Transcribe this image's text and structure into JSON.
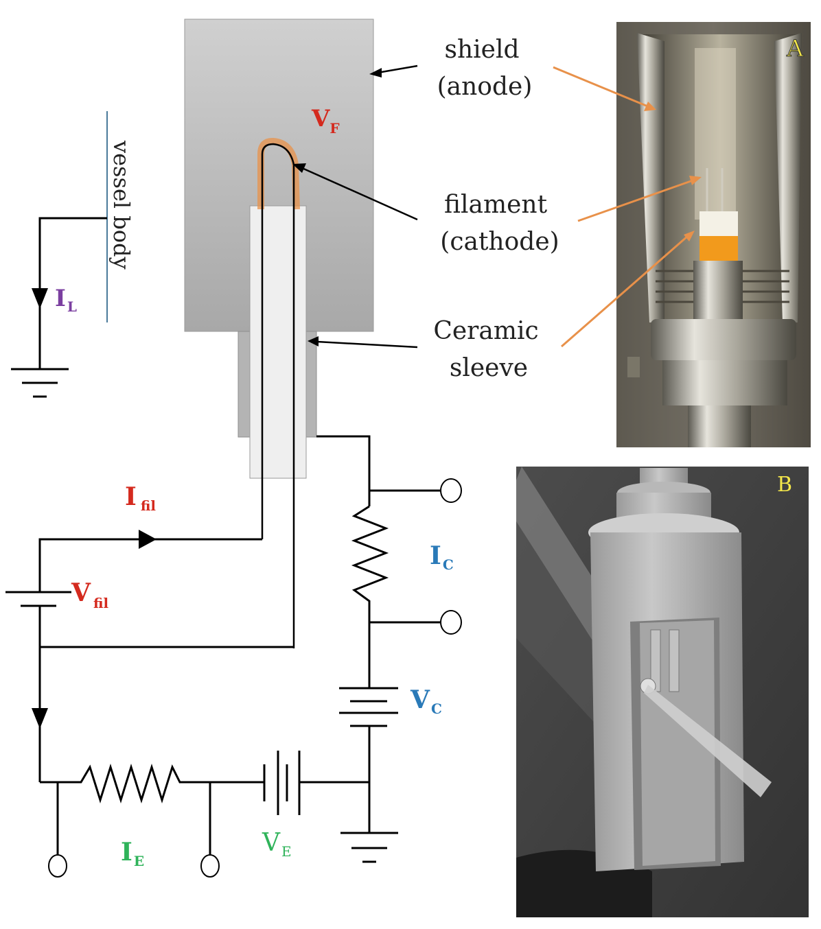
{
  "labels": {
    "vessel_body": "vessel body",
    "shield_line1": "shield",
    "shield_line2": "(anode)",
    "filament_line1": "filament",
    "filament_line2": "(cathode)",
    "ceramic_line1": "Ceramic",
    "ceramic_line2": "sleeve",
    "panel_a": "A",
    "panel_b": "B"
  },
  "symbols": {
    "IL": {
      "main": "I",
      "sub": "L"
    },
    "VF": {
      "main": "V",
      "sub": "F"
    },
    "Ifil": {
      "main": "I",
      "sub": "fil"
    },
    "Vfil": {
      "main": "V",
      "sub": "fil"
    },
    "IC": {
      "main": "I",
      "sub": "C"
    },
    "VC": {
      "main": "V",
      "sub": "C"
    },
    "IE": {
      "main": "I",
      "sub": "E"
    },
    "VE": {
      "main": "V",
      "sub": "E"
    }
  },
  "colors": {
    "IL": "#7b3fa0",
    "VF": "#d42a1e",
    "Ifil": "#d42a1e",
    "Vfil": "#d42a1e",
    "IC": "#2a7ab8",
    "VC": "#2a7ab8",
    "IE": "#2fb35a",
    "VE": "#2fb35a",
    "annotation_arrow": "#e8914a",
    "panel_label": "#f5e84a"
  }
}
